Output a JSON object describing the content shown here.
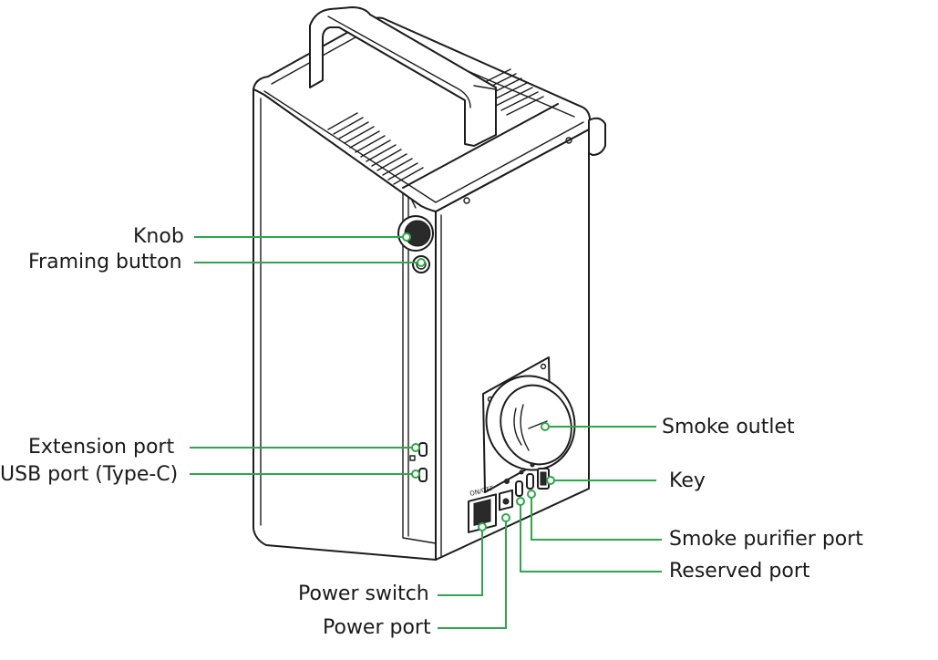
{
  "labels": {
    "knob": "Knob",
    "framing_button": "Framing button",
    "extension_port": "Extension port",
    "usb_port": "USB port (Type-C)",
    "smoke_outlet": "Smoke outlet",
    "key": "Key",
    "smoke_purifier_port": "Smoke purifier port",
    "reserved_port": "Reserved port",
    "power_switch": "Power switch",
    "power_port": "Power port"
  },
  "device_text": {
    "switch_marking": "ON/OFF"
  },
  "colors": {
    "leader_line": "#2fa64a",
    "outline": "#1c1c1c",
    "text": "#1a1a1a"
  }
}
